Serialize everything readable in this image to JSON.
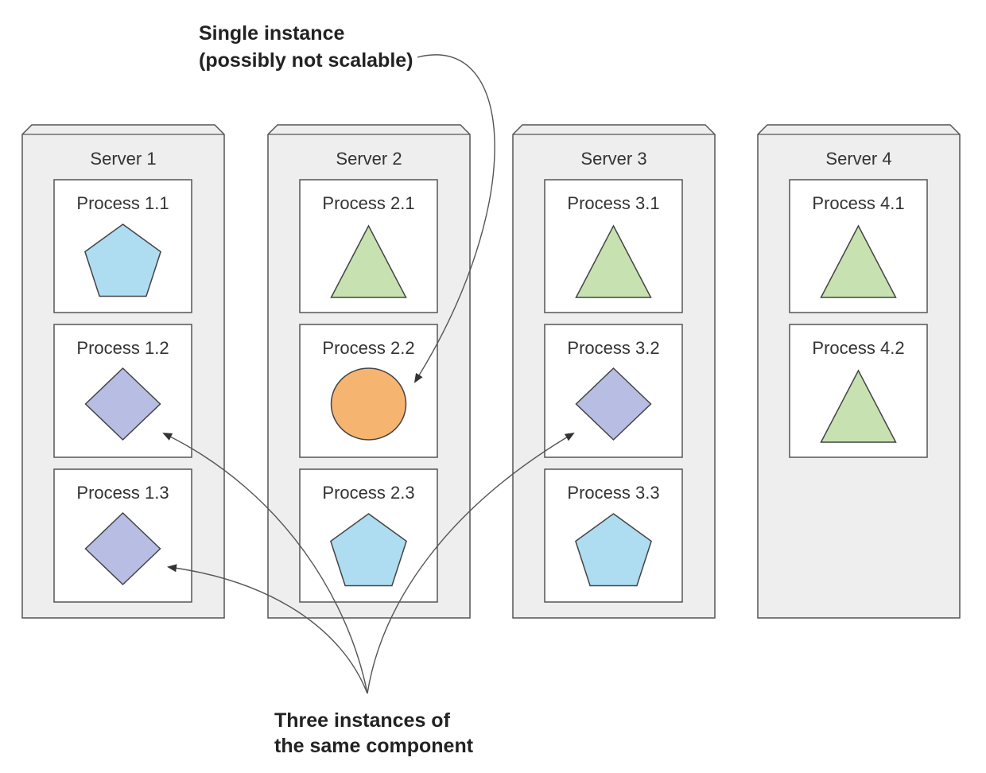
{
  "annotations": {
    "single_instance": [
      "Single instance",
      "(possibly not scalable)"
    ],
    "three_instances": [
      "Three instances of",
      "the same component"
    ]
  },
  "colors": {
    "server_fill": "#eeeeee",
    "server_stroke": "#555555",
    "process_fill": "#ffffff",
    "pentagon": "#aedcf0",
    "triangle": "#c7e2b0",
    "diamond": "#b7bde3",
    "circle": "#f5b470",
    "shape_stroke": "#444444"
  },
  "servers": [
    {
      "label": "Server 1",
      "processes": [
        {
          "label": "Process 1.1",
          "shape": "pentagon-icon"
        },
        {
          "label": "Process 1.2",
          "shape": "diamond-icon"
        },
        {
          "label": "Process 1.3",
          "shape": "diamond-icon"
        }
      ]
    },
    {
      "label": "Server 2",
      "processes": [
        {
          "label": "Process 2.1",
          "shape": "triangle-icon"
        },
        {
          "label": "Process 2.2",
          "shape": "circle-icon"
        },
        {
          "label": "Process 2.3",
          "shape": "pentagon-icon"
        }
      ]
    },
    {
      "label": "Server 3",
      "processes": [
        {
          "label": "Process 3.1",
          "shape": "triangle-icon"
        },
        {
          "label": "Process 3.2",
          "shape": "diamond-icon"
        },
        {
          "label": "Process 3.3",
          "shape": "pentagon-icon"
        }
      ]
    },
    {
      "label": "Server 4",
      "processes": [
        {
          "label": "Process 4.1",
          "shape": "triangle-icon"
        },
        {
          "label": "Process 4.2",
          "shape": "triangle-icon"
        }
      ]
    }
  ]
}
